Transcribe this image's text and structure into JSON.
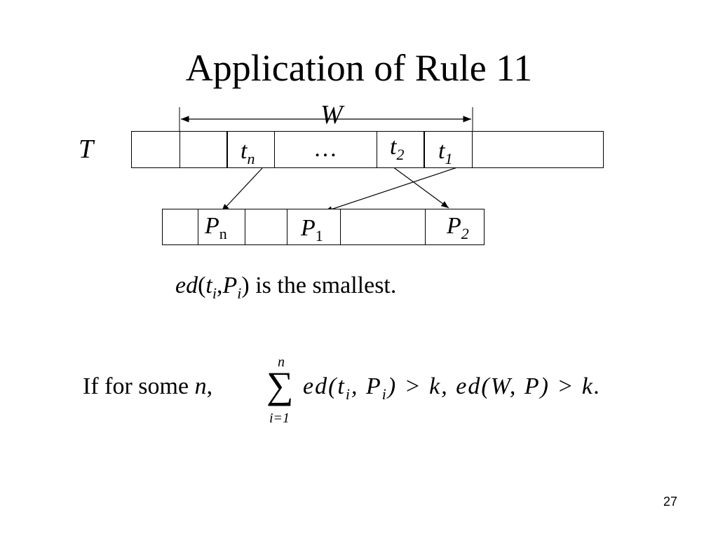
{
  "slide": {
    "title": "Application of Rule 11",
    "page_number": "27"
  },
  "diagram": {
    "window_label": "W",
    "text_label": "T",
    "ellipsis": "…",
    "text_cells": [
      {
        "base": "t",
        "sub": "n"
      },
      {
        "base": "t",
        "sub": "2"
      },
      {
        "base": "t",
        "sub": "1"
      }
    ],
    "pattern_cells": [
      {
        "base": "P",
        "sub": "n"
      },
      {
        "base": "P",
        "sub": "1"
      },
      {
        "base": "P",
        "sub": "2"
      }
    ],
    "caption": {
      "ed": "ed",
      "open": "(",
      "t": "t",
      "t_sub": "i",
      "comma": ",",
      "p": "P",
      "p_sub": "i",
      "close": ")",
      "rest": " is the smallest."
    }
  },
  "formula": {
    "prefix": "If for some ",
    "var_n": "n",
    "comma_after_n": ",",
    "sum_upper": "n",
    "sum_lower": "i=1",
    "sum_symbol": "∑",
    "body": "ed(t",
    "body_sub_i1": "i",
    "body_mid": ", P",
    "body_sub_i2": "i",
    "body_rest": ") > k, ed(W, P) > k."
  }
}
